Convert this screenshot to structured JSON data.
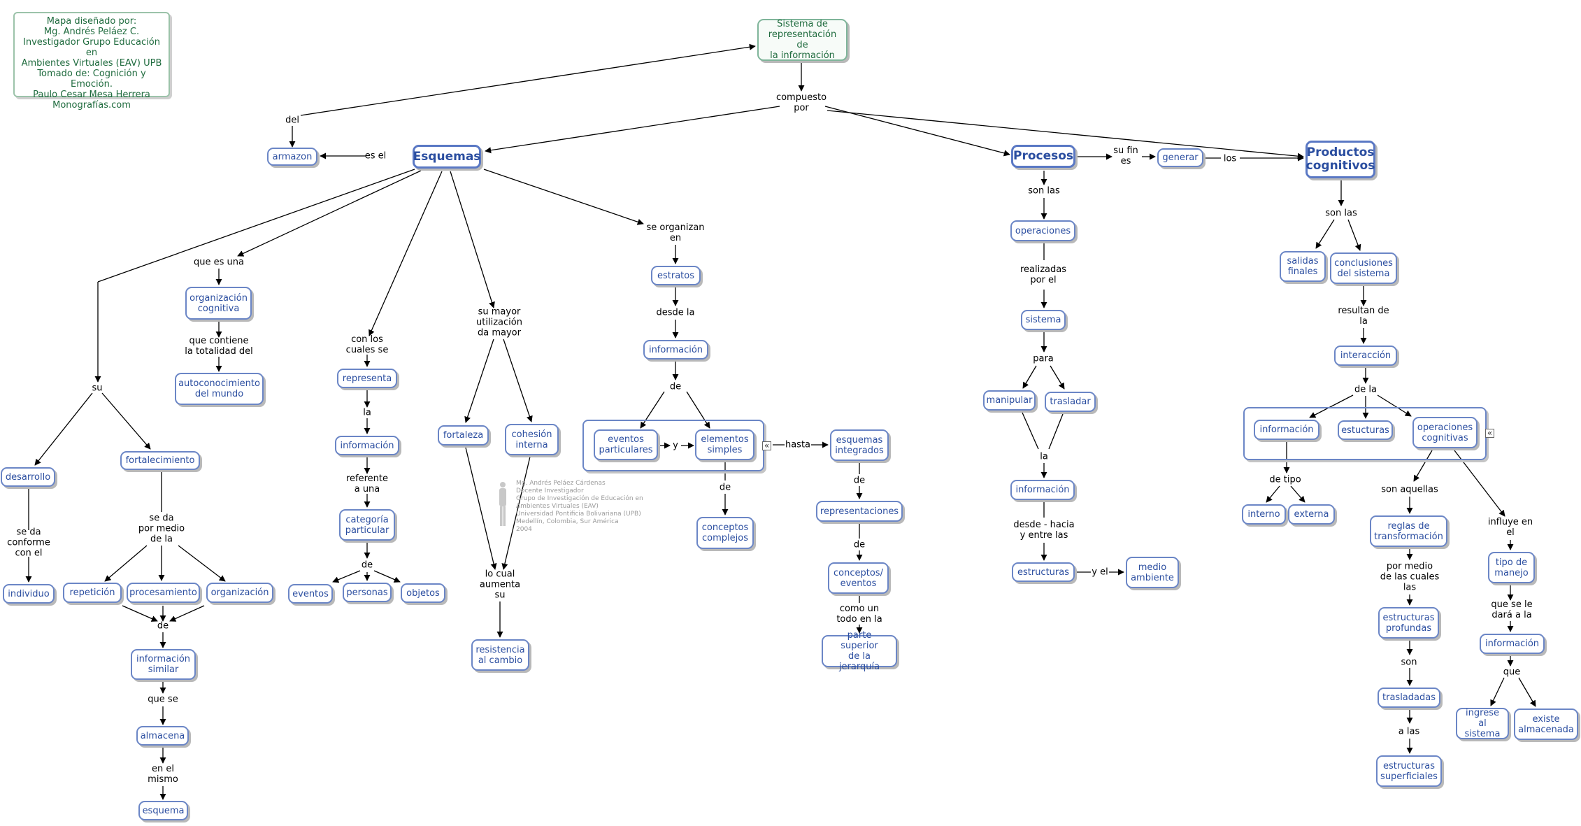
{
  "credit": {
    "lines": [
      "Mapa diseñado por:",
      "Mg. Andrés Peláez C.",
      "Investigador Grupo Educación en",
      "Ambientes Virtuales (EAV) UPB",
      "Tomado de: Cognición y Emoción.",
      "Paulo Cesar Mesa Herrera",
      "Monografías.com"
    ]
  },
  "watermark": {
    "lines": [
      "Mg. Andrés Peláez Cárdenas",
      "Docente Investigador",
      "Grupo de Investigación de Educación en Ambientes Virtuales  (EAV)",
      "Universidad Pontificia Bolivariana (UPB)",
      "Medellín, Colombia, Sur América",
      "2004"
    ]
  },
  "nodes": {
    "sistema": "Sistema de\nrepresentación de\nla información",
    "esquemas": "Esquemas",
    "armazon": "armazon",
    "procesos": "Procesos",
    "generar": "generar",
    "productos": "Productos\ncognitivos",
    "organizacion_cognitiva": "organización\ncognitiva",
    "autoconocimiento": "autoconocimiento\ndel mundo",
    "desarrollo": "desarrollo",
    "fortalecimiento": "fortalecimiento",
    "individuo": "individuo",
    "repeticion": "repetición",
    "procesamiento": "procesamiento",
    "organizacion": "organización",
    "informacion_similar": "información\nsimilar",
    "almacena": "almacena",
    "esquema": "esquema",
    "representa": "representa",
    "informacion_a": "información",
    "categoria": "categoría\nparticular",
    "eventos": "eventos",
    "personas": "personas",
    "objetos": "objetos",
    "fortaleza": "fortaleza",
    "cohesion": "cohesión\ninterna",
    "resistencia": "resistencia\nal cambio",
    "estratos": "estratos",
    "informacion_b": "información",
    "eventos_particulares": "eventos\nparticulares",
    "elementos_simples": "elementos\nsimples",
    "conceptos_complejos": "conceptos\ncomplejos",
    "esquemas_integrados": "esquemas\nintegrados",
    "representaciones": "representaciones",
    "conceptos_eventos": "conceptos/\neventos",
    "parte_superior": "parte superior\nde la jerarquía",
    "operaciones": "operaciones",
    "sistema_b": "sistema",
    "manipular": "manipular",
    "trasladar": "trasladar",
    "informacion_c": "información",
    "estructuras": "estructuras",
    "medio_ambiente": "medio\nambiente",
    "salidas_finales": "salidas\nfinales",
    "conclusiones": "conclusiones\ndel sistema",
    "interaccion": "interacción",
    "informacion_d": "información",
    "estucturas": "estucturas",
    "operaciones_cognitivas": "operaciones\ncognitivas",
    "interno": "interno",
    "externa": "externa",
    "reglas": "reglas de\ntransformación",
    "estructuras_profundas": "estructuras\nprofundas",
    "trasladadas": "trasladadas",
    "estructuras_superficiales": "estructuras\nsuperficiales",
    "tipo_manejo": "tipo de\nmanejo",
    "informacion_e": "información",
    "ingrese": "ingrese al\nsistema",
    "existe": "existe\nalmacenada"
  },
  "labels": {
    "compuesto_por": "compuesto\npor",
    "del": "del",
    "es_el": "es el",
    "que_es_una": "que es una",
    "que_contiene": "que contiene\nla totalidad del",
    "su": "su",
    "se_da_conforme": "se da\nconforme\ncon el",
    "se_da_por_medio": "se da\npor medio\nde la",
    "de_a": "de",
    "que_se": "que se",
    "en_el_mismo": "en el\nmismo",
    "con_los_cuales": "con los\ncuales se",
    "la_a": "la",
    "referente": "referente\na una",
    "de_b": "de",
    "su_mayor": "su mayor\nutilización\nda mayor",
    "lo_cual": "lo cual\naumenta\nsu",
    "se_organizan": "se organizan\nen",
    "desde_la": "desde la",
    "de_c": "de",
    "y_a": "y",
    "de_d": "de",
    "hasta": "hasta",
    "de_e": "de",
    "de_f": "de",
    "como_un_todo": "como un\ntodo en la",
    "su_fin_es": "su fin\nes",
    "los": "los",
    "son_las_a": "son las",
    "realizadas": "realizadas\npor el",
    "para": "para",
    "la_b": "la",
    "desde_hacia": "desde - hacia\ny entre las",
    "y_el": "y el",
    "son_las_b": "son las",
    "resultan_de": "resultan de\nla",
    "de_la": "de la",
    "de_tipo": "de tipo",
    "son_aquellas": "son aquellas",
    "por_medio_cuales": "por medio\nde las cuales\nlas",
    "son": "son",
    "a_las": "a las",
    "influye": "influye en\nel",
    "que_se_le": "que se le\ndará a la",
    "que": "que"
  },
  "colors": {
    "node_border": "#6b86c6",
    "node_text": "#2b4ea0",
    "credit_text": "#1f6b3e",
    "line": "#000000"
  }
}
